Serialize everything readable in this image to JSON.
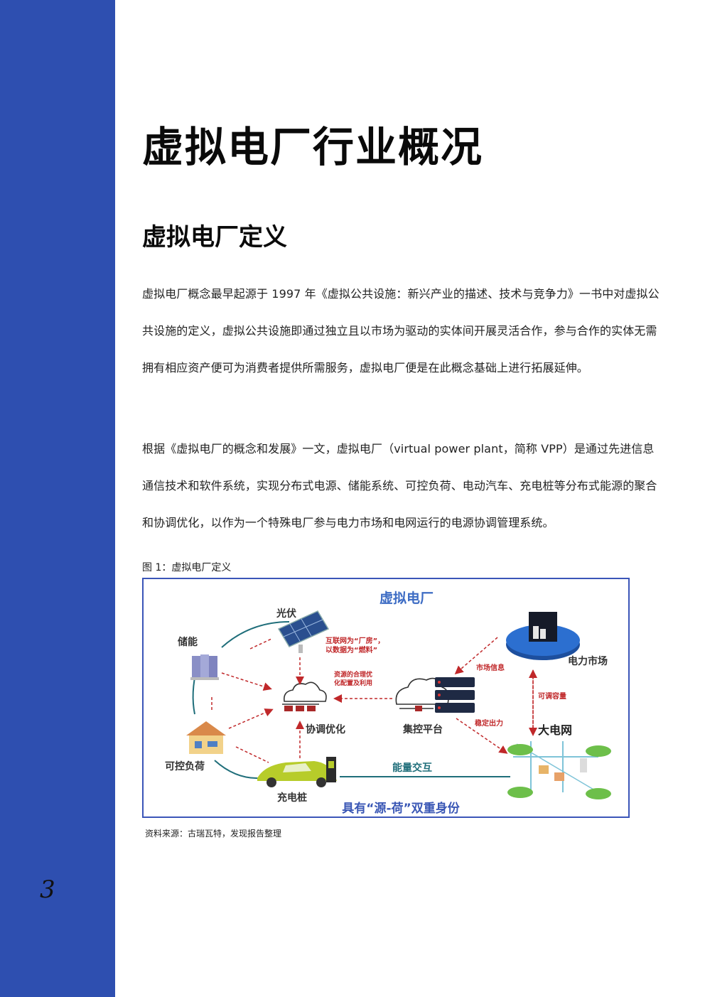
{
  "page": {
    "number": "3",
    "title": "虚拟电厂行业概况",
    "section_title": "虚拟电厂定义"
  },
  "paragraphs": [
    "虚拟电厂概念最早起源于 1997 年《虚拟公共设施：新兴产业的描述、技术与竞争力》一书中对虚拟公共设施的定义，虚拟公共设施即通过独立且以市场为驱动的实体间开展灵活合作，参与合作的实体无需拥有相应资产便可为消费者提供所需服务，虚拟电厂便是在此概念基础上进行拓展延伸。",
    "根据《虚拟电厂的概念和发展》一文，虚拟电厂（virtual power plant，简称 VPP）是通过先进信息通信技术和软件系统，实现分布式电源、储能系统、可控负荷、电动汽车、充电桩等分布式能源的聚合和协调优化，以作为一个特殊电厂参与电力市场和电网运行的电源协调管理系统。"
  ],
  "figure": {
    "caption": "图 1：虚拟电厂定义",
    "source": "资料来源：古瑞瓦特，发现报告整理",
    "labels": {
      "title": "虚拟电厂",
      "pv": "光伏",
      "storage": "储能",
      "controllable_load": "可控负荷",
      "charging_pile": "充电桩",
      "coordination": "协调优化",
      "platform": "集控平台",
      "market": "电力市场",
      "grid": "大电网",
      "internet_note_1": "互联网为“厂房”，",
      "internet_note_2": "以数据为“燃料”",
      "resource_note_1": "资源的合理优",
      "resource_note_2": "化配置及利用",
      "market_info": "市场信息",
      "adjustable_capacity": "可调容量",
      "stable_output": "稳定出力",
      "energy_exchange": "能量交互",
      "bottom": "具有“源-荷”双重身份"
    },
    "colors": {
      "title_blue": "#3d6cc4",
      "arrow_red": "#c0282a",
      "frame": "#3b55b8",
      "teal_line": "#1f6e7a",
      "bottom_blue": "#3a57b5"
    }
  }
}
